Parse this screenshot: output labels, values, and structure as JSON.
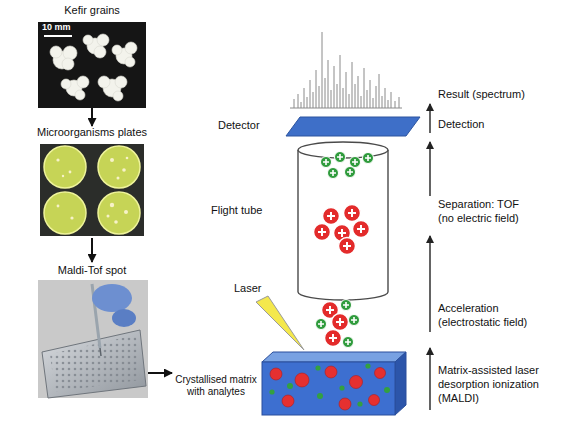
{
  "diagram": {
    "nodes": [
      {
        "text": [
          "Kefir grains",
          "10 mm"
        ]
      },
      {
        "text": [
          "Microorganisms plates"
        ]
      },
      {
        "text": [
          "Maldi-Tof spot"
        ]
      },
      {
        "text": [
          "Detector"
        ]
      },
      {
        "text": [
          "Flight tube"
        ]
      },
      {
        "text": [
          "Crystallised matrix with analytes"
        ]
      }
    ],
    "edges": [
      {
        "from": 0,
        "to": 1,
        "arrow": "to"
      },
      {
        "from": 1,
        "to": 2,
        "arrow": "to"
      },
      {
        "from": 2,
        "to": 5,
        "arrow": "to"
      }
    ],
    "labels": [
      "Result (spectrum)",
      "Detection",
      "Separation: TOF (no electric field)",
      "Acceleration (electrostatic field)",
      "Matrix-assisted laser desorption ionization (MALDI)",
      "Laser"
    ]
  }
}
